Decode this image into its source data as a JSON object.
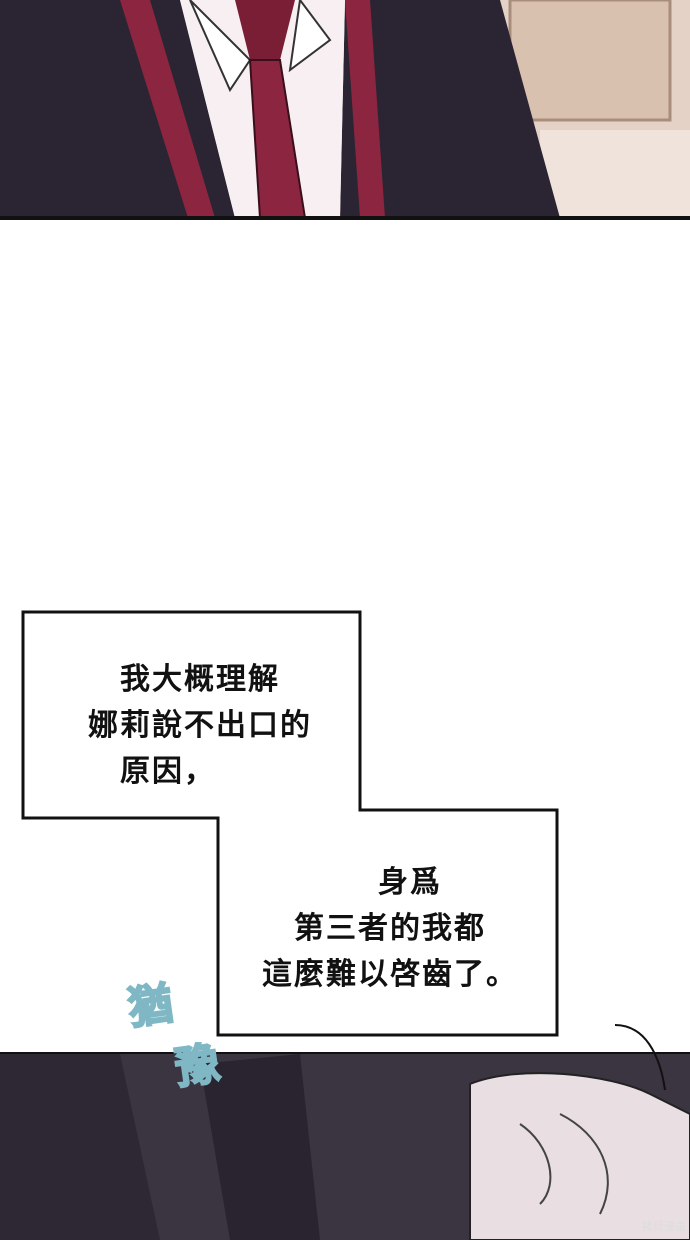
{
  "caption1": {
    "line1": "我大概理解",
    "line2": "娜莉說不出口的",
    "line3": "原因，"
  },
  "caption2": {
    "line1": "身爲",
    "line2": "第三者的我都",
    "line3": "這麼難以啓齒了。"
  },
  "sfx": {
    "char1": "猶",
    "char2": "豫"
  },
  "watermark": "拷貝漫畫"
}
